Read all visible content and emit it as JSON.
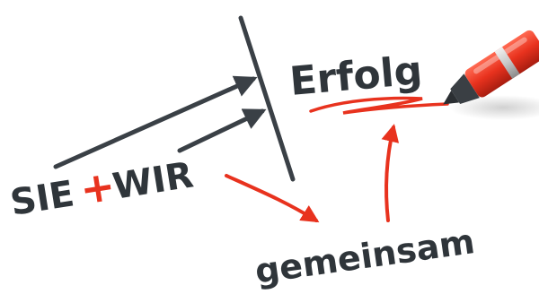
{
  "words": {
    "left_part": "SIE",
    "plus_sign": "+",
    "right_part": "WIR",
    "success": "Erfolg",
    "together": "gemeinsam"
  },
  "colors": {
    "ink_dark": "#2f353a",
    "ink_red": "#e8321e",
    "pen_body": "#e8321e",
    "pen_tip": "#2b2f33",
    "background": "#ffffff"
  },
  "icons": {
    "pen": "red-marker-pen-icon"
  }
}
